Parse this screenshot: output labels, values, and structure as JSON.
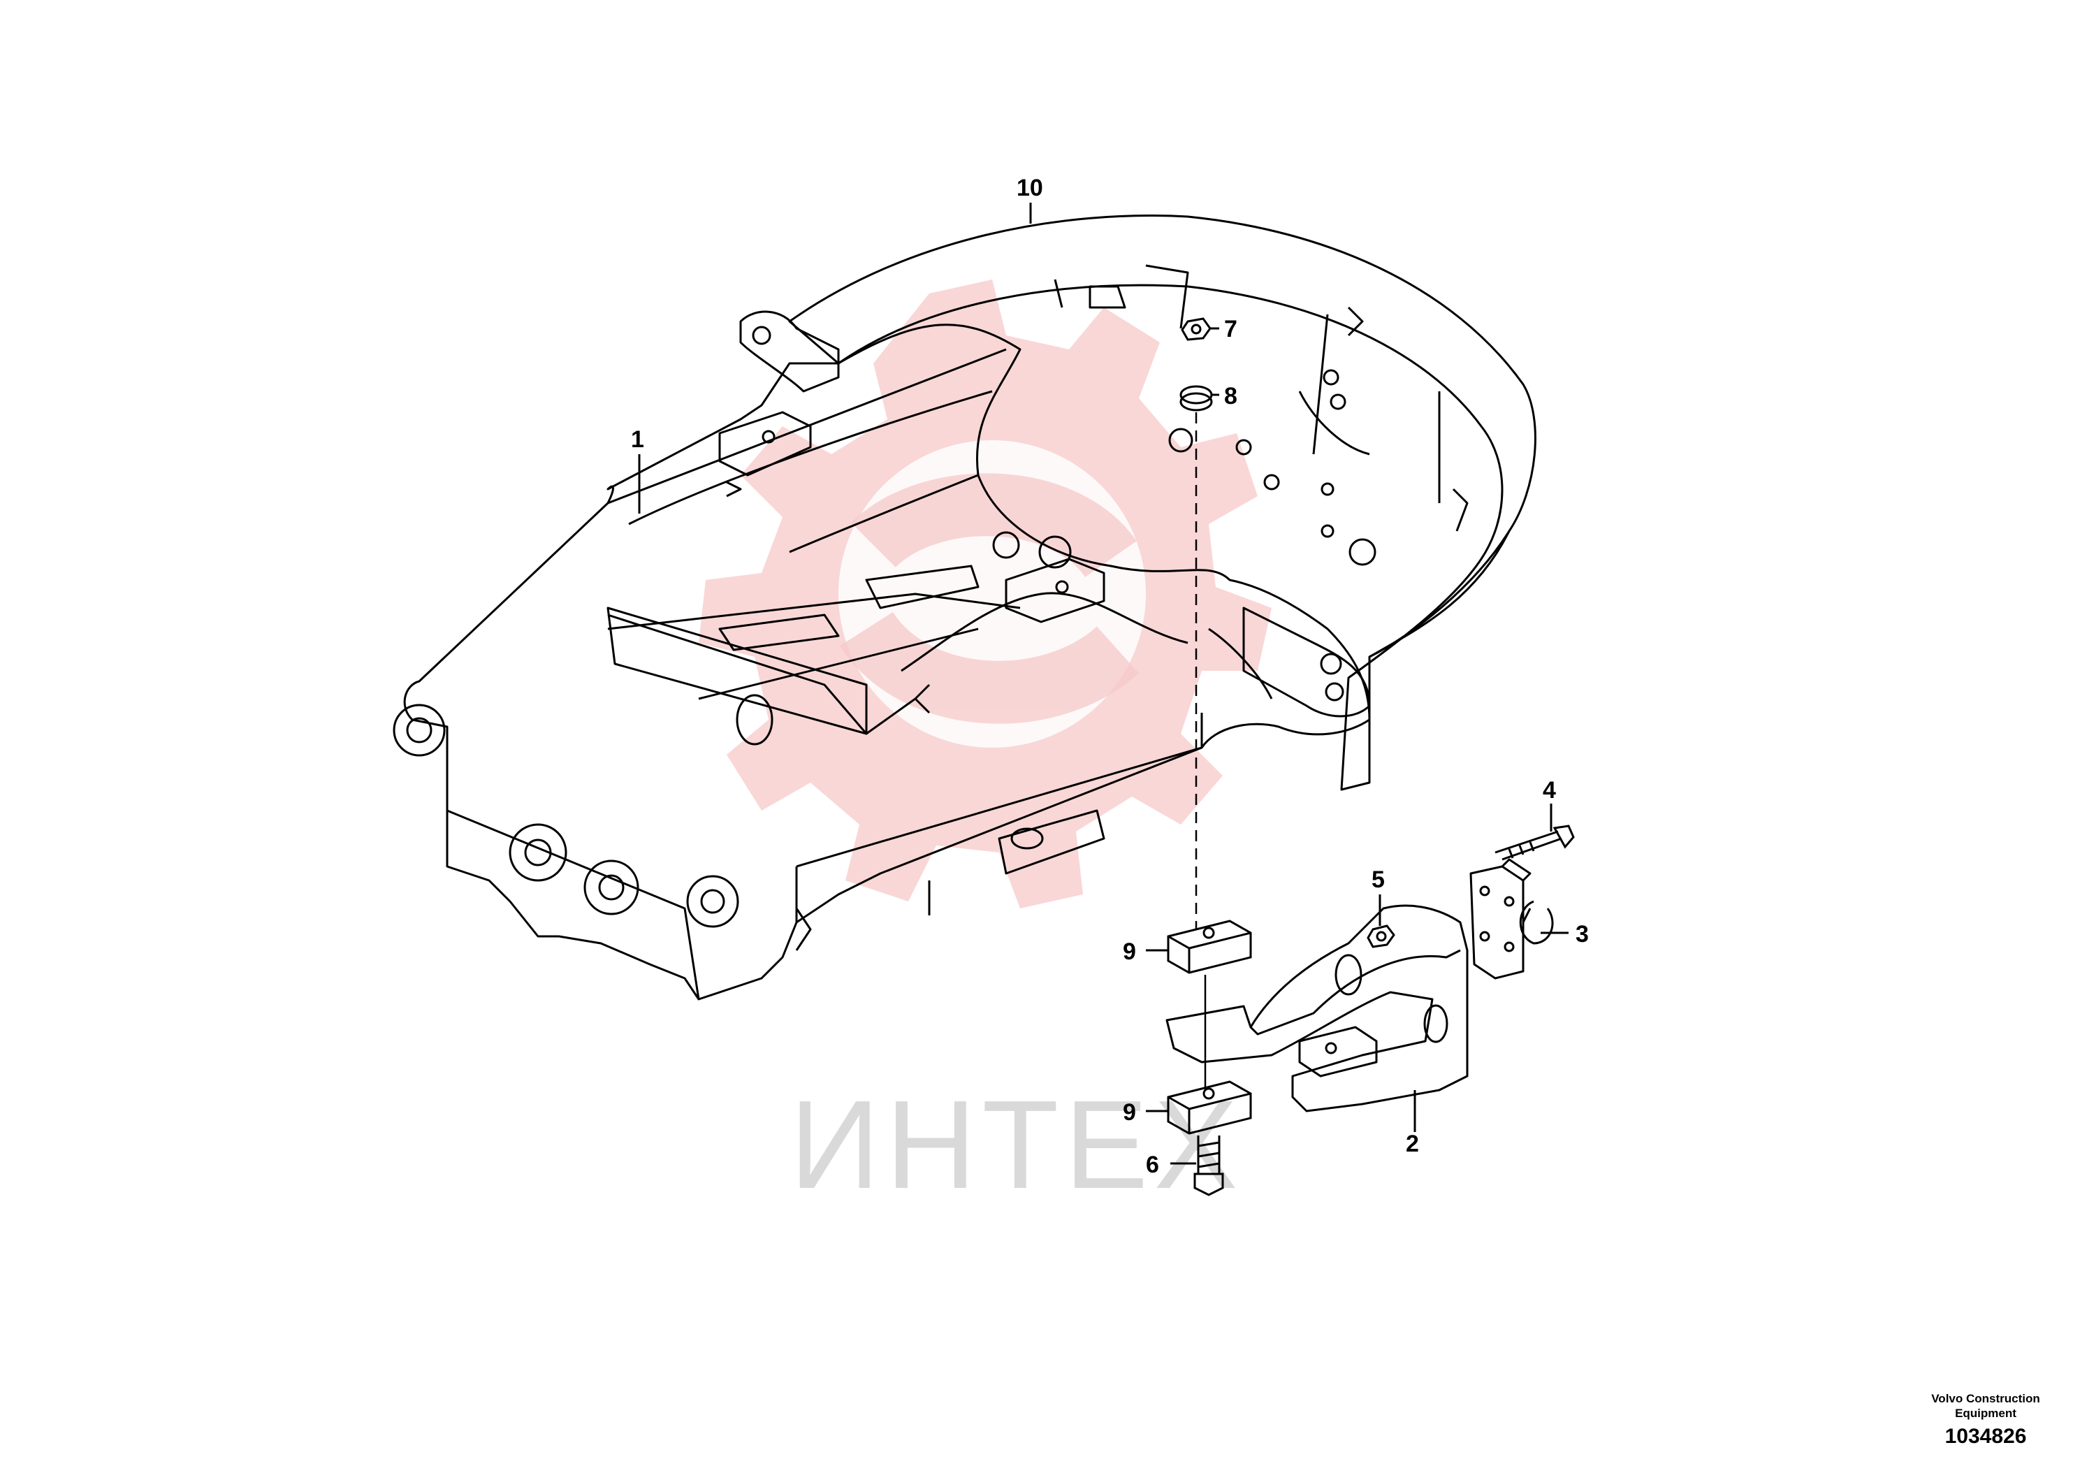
{
  "diagram": {
    "callouts": [
      "1",
      "2",
      "3",
      "4",
      "5",
      "6",
      "7",
      "8",
      "9",
      "9",
      "10"
    ],
    "watermark_text": "ИНТЕХ",
    "credit": {
      "line1": "Volvo Construction",
      "line2": "Equipment",
      "number": "1034826"
    },
    "colors": {
      "line": "#000000",
      "watermark_text": "#d9d9d9",
      "watermark_logo": "#f7c9c9"
    }
  }
}
